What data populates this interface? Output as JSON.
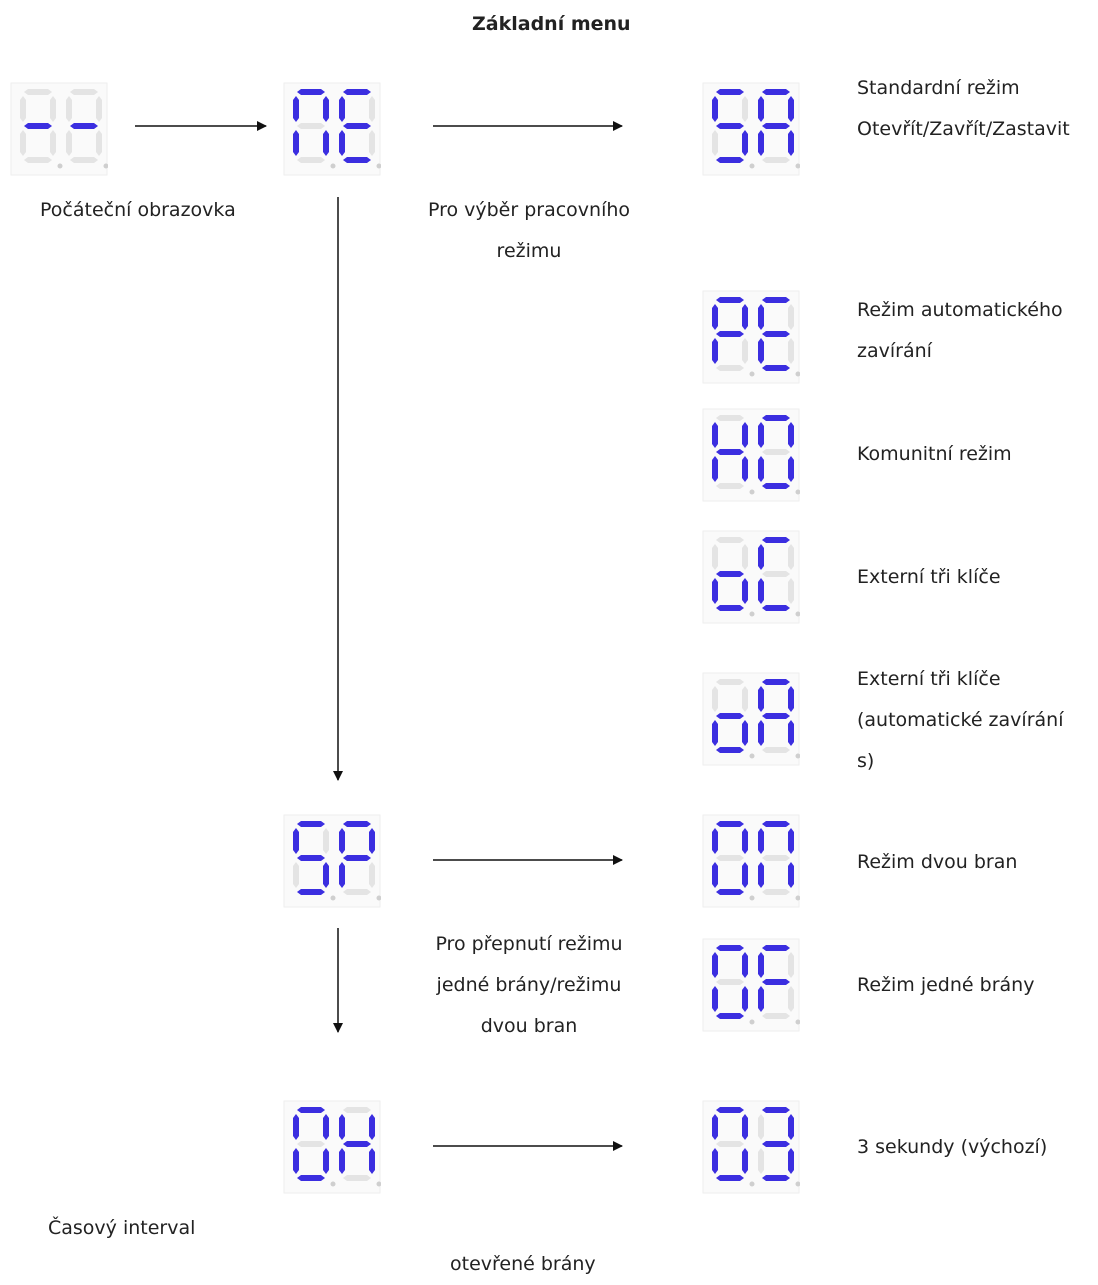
{
  "title": "Základní menu",
  "labels": {
    "start": "Počáteční obrazovka",
    "work_mode": [
      "Pro výběr pracovního",
      "režimu"
    ],
    "gate_mode": [
      "Pro přepnutí režimu",
      "jedné brány/režimu",
      "dvou bran"
    ],
    "interval": "Časový interval",
    "interval_sub": "otevřené brány"
  },
  "displays": {
    "start": "--",
    "ne": "NE",
    "sp": "SP",
    "oh": "OH",
    "sa": "SA",
    "pe": "PE",
    "ho": "HO",
    "oc": "oC",
    "oa": "oA",
    "on": "ON",
    "of": "OF",
    "o3": "O3"
  },
  "options": {
    "sa": [
      "Standardní režim",
      "Otevřít/Zavřít/Zastavit"
    ],
    "pe": [
      "Režim automatického",
      "zavírání"
    ],
    "ho": [
      "Komunitní režim"
    ],
    "oc": [
      "Externí tři klíče"
    ],
    "oa": [
      "Externí tři klíče",
      "(automatické zavírání",
      "s)"
    ],
    "on": [
      "Režim dvou bran"
    ],
    "of": [
      "Režim jedné brány"
    ],
    "o3": [
      "3 sekundy (výchozí)"
    ]
  },
  "colors": {
    "segment_on": "#3b2ee0",
    "segment_off": "#e4e4e4",
    "text": "#222222"
  }
}
